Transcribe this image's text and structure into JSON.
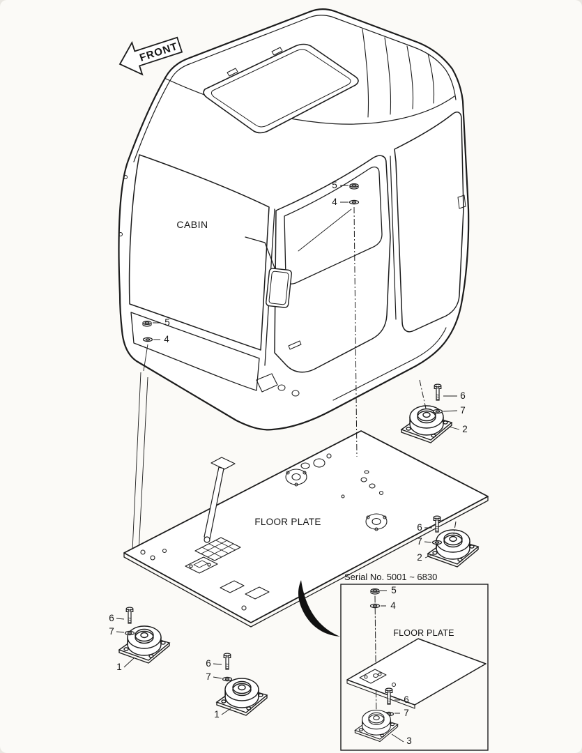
{
  "diagram": {
    "front_label": "FRONT",
    "cabin_label": "CABIN",
    "floor_plate_label": "FLOOR PLATE"
  },
  "callouts": {
    "upper_nut": "5",
    "upper_washer": "4",
    "windshield_nut": "5",
    "windshield_washer": "4",
    "mount_a_bolt": "6",
    "mount_a_washer": "7",
    "mount_a_part": "2",
    "mount_b_bolt": "6",
    "mount_b_washer": "7",
    "mount_b_part": "2",
    "mount_c_bolt": "6",
    "mount_c_washer": "7",
    "mount_c_part": "1",
    "mount_d_bolt": "6",
    "mount_d_washer": "7",
    "mount_d_part": "1"
  },
  "inset": {
    "serial_label": "Serial No. 5001 ~ 6830",
    "floor_plate_label": "FLOOR PLATE",
    "nut": "5",
    "washer": "4",
    "bolt": "6",
    "bolt_washer": "7",
    "mount_part": "3"
  }
}
